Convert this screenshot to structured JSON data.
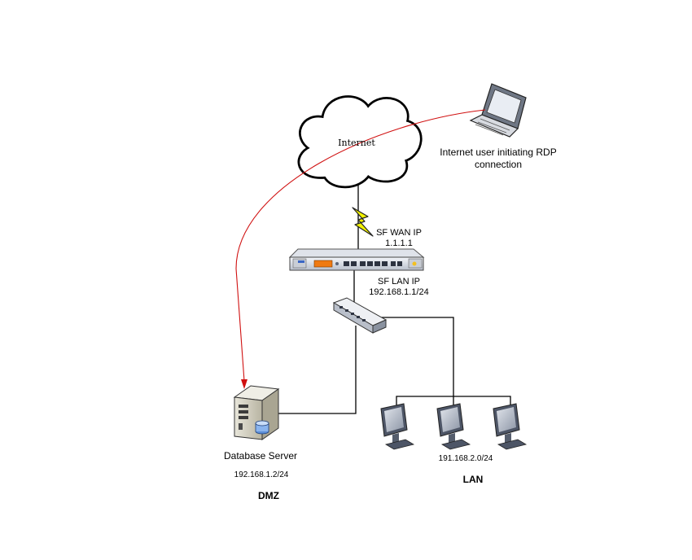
{
  "cloud": {
    "label": "Internet"
  },
  "laptop": {
    "label_line1": "Internet user initiating RDP",
    "label_line2": "connection"
  },
  "firewall": {
    "wan_title": "SF WAN IP",
    "wan_ip": "1.1.1.1",
    "lan_title": "SF LAN IP",
    "lan_ip": "192.168.1.1/24"
  },
  "server": {
    "label": "Database Server",
    "ip": "192.168.1.2/24",
    "zone": "DMZ"
  },
  "lan": {
    "subnet": "191.168.2.0/24",
    "zone": "LAN"
  },
  "colors": {
    "rdp_path": "#d01010",
    "link": "#000000",
    "lightning": "#f2f200"
  }
}
